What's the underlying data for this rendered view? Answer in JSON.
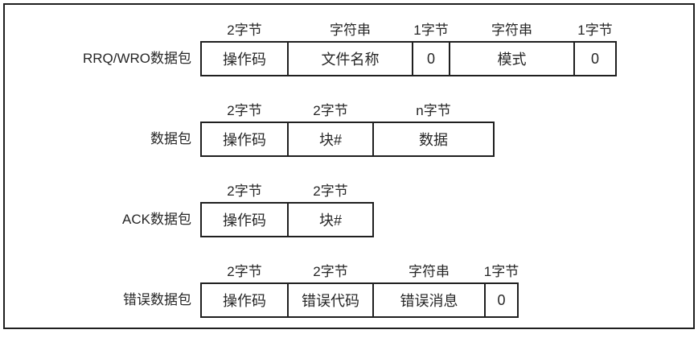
{
  "colors": {
    "background": "#ffffff",
    "border": "#1f1f1f",
    "text": "#262626"
  },
  "packets": [
    {
      "name": "RRQ/WRO数据包",
      "fields": [
        {
          "size": "2字节",
          "label": "操作码"
        },
        {
          "size": "字符串",
          "label": "文件名称"
        },
        {
          "size": "1字节",
          "label": "0"
        },
        {
          "size": "字符串",
          "label": "模式"
        },
        {
          "size": "1字节",
          "label": "0"
        }
      ]
    },
    {
      "name": "数据包",
      "fields": [
        {
          "size": "2字节",
          "label": "操作码"
        },
        {
          "size": "2字节",
          "label": "块#"
        },
        {
          "size": "n字节",
          "label": "数据"
        }
      ]
    },
    {
      "name": "ACK数据包",
      "fields": [
        {
          "size": "2字节",
          "label": "操作码"
        },
        {
          "size": "2字节",
          "label": "块#"
        }
      ]
    },
    {
      "name": "错误数据包",
      "fields": [
        {
          "size": "2字节",
          "label": "操作码"
        },
        {
          "size": "2字节",
          "label": "错误代码"
        },
        {
          "size": "字符串",
          "label": "错误消息"
        },
        {
          "size": "1字节",
          "label": "0"
        }
      ]
    }
  ]
}
